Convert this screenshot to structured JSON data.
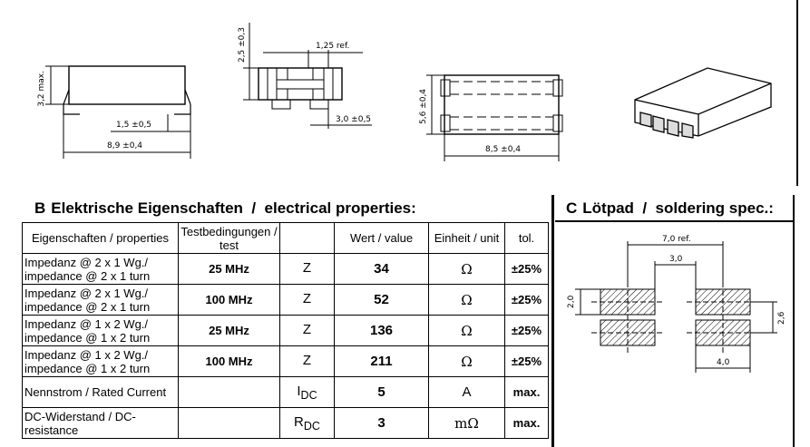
{
  "drawings": {
    "side_view": {
      "height_dim": "3,2 max.",
      "pad_dim": "1,5 ±0,5",
      "length_dim": "8,9 ±0,4"
    },
    "front_view": {
      "height_dim": "2,5 ±0,3",
      "ref_dim": "1,25 ref.",
      "width_dim": "3,0 ±0,5"
    },
    "top_view": {
      "width_dim": "5,6 ±0,4",
      "length_dim": "8,5 ±0,4"
    }
  },
  "section_b": {
    "letter": "B",
    "title": "Elektrische Eigenschaften  /  electrical properties:",
    "headers": [
      "Eigenschaften / properties",
      "Testbedingungen / test",
      "",
      "Wert / value",
      "Einheit / unit",
      "tol."
    ],
    "rows": [
      {
        "param": "Impedanz @ 2 x 1 Wg./ impedance @ 2 x 1 turn",
        "test": "25 MHz",
        "symbol": "Z",
        "sub": "",
        "value": "34",
        "unit": "Ω",
        "tol": "±25%"
      },
      {
        "param": "Impedanz @ 2 x 1 Wg./ impedance @ 2 x 1 turn",
        "test": "100 MHz",
        "symbol": "Z",
        "sub": "",
        "value": "52",
        "unit": "Ω",
        "tol": "±25%"
      },
      {
        "param": "Impedanz @ 1 x 2 Wg./ impedance @ 1 x 2 turn",
        "test": "25 MHz",
        "symbol": "Z",
        "sub": "",
        "value": "136",
        "unit": "Ω",
        "tol": "±25%"
      },
      {
        "param": "Impedanz @ 1 x 2 Wg./ impedance @ 1 x 2 turn",
        "test": "100 MHz",
        "symbol": "Z",
        "sub": "",
        "value": "211",
        "unit": "Ω",
        "tol": "±25%"
      },
      {
        "param": "Nennstrom / Rated Current",
        "test": "",
        "symbol": "I",
        "sub": "DC",
        "value": "5",
        "unit": "A",
        "tol": "max."
      },
      {
        "param": "DC-Widerstand / DC-resistance",
        "test": "",
        "symbol": "R",
        "sub": "DC",
        "value": "3",
        "unit": "mΩ",
        "tol": "max."
      }
    ]
  },
  "section_c": {
    "letter": "C",
    "title": "Lötpad  /  soldering spec.:",
    "dims": {
      "outer": "7,0 ref.",
      "inner": "3,0",
      "pad_height": "2,0",
      "total_height": "2,6",
      "pad_span": "4,0"
    }
  }
}
